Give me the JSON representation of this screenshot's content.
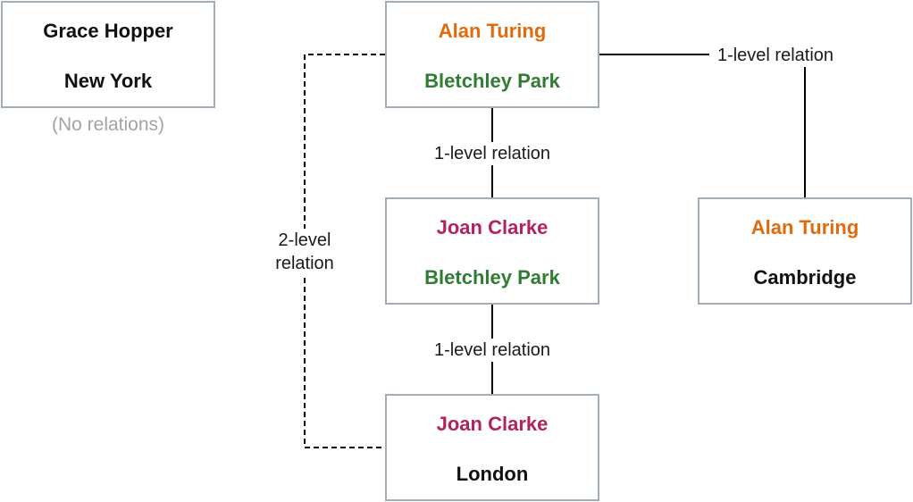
{
  "colors": {
    "orange": "#e06a0e",
    "green": "#2e7d32",
    "magenta": "#b1235f",
    "black": "#111111",
    "border": "#a3adb8",
    "muted": "#a3a3a3"
  },
  "nodes": {
    "grace": {
      "name": "Grace Hopper",
      "place": "New York",
      "note": "(No relations)"
    },
    "turing_bp": {
      "name": "Alan Turing",
      "place": "Bletchley Park"
    },
    "clarke_bp": {
      "name": "Joan Clarke",
      "place": "Bletchley Park"
    },
    "clarke_ld": {
      "name": "Joan Clarke",
      "place": "London"
    },
    "turing_cam": {
      "name": "Alan Turing",
      "place": "Cambridge"
    }
  },
  "edges": {
    "turing_bp_to_clarke_bp": "1-level relation",
    "clarke_bp_to_clarke_ld": "1-level relation",
    "turing_bp_to_turing_cam": "1-level relation",
    "turing_bp_to_clarke_ld": "2-level relation"
  }
}
